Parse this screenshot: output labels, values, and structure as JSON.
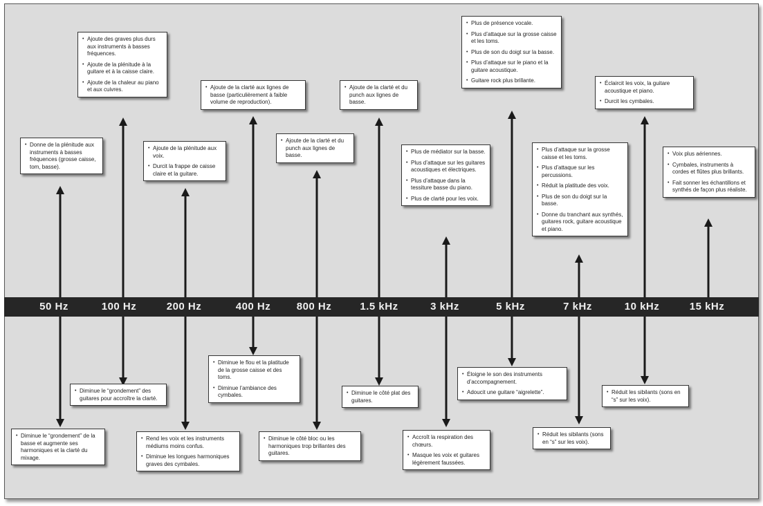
{
  "frequencies": [
    "50 Hz",
    "100 Hz",
    "200 Hz",
    "400 Hz",
    "800 Hz",
    "1.5 kHz",
    "3 kHz",
    "5 kHz",
    "7 kHz",
    "10 kHz",
    "15 kHz"
  ],
  "boost": [
    [
      "Donne de la plénitude aux instruments à basses fréquences (grosse caisse, tom, basse)."
    ],
    [
      "Ajoute des graves plus durs aux instruments à basses fréquences.",
      "Ajoute de la plénitude à la guitare et à la caisse claire.",
      "Ajoute de la chaleur au piano et aux cuivres."
    ],
    [
      "Ajoute de la plénitude aux voix.",
      "Durcit la frappe de caisse claire et la guitare."
    ],
    [
      "Ajoute de la clarté aux lignes de basse (particulièrement à faible volume de reproduction)."
    ],
    [
      "Ajoute de la clarté et du punch aux lignes de basse."
    ],
    [
      "Ajoute de la clarté et du punch aux lignes de basse."
    ],
    [
      "Plus de médiator sur la basse.",
      "Plus d’attaque sur les guitares acoustiques et électriques.",
      "Plus d’attaque dans la tessiture basse du piano.",
      "Plus de clarté pour les voix."
    ],
    [
      "Plus de présence vocale.",
      "Plus d’attaque sur la grosse caisse et les toms.",
      "Plus de son du doigt sur la basse.",
      "Plus d’attaque sur le piano et la guitare acoustique.",
      "Guitare rock plus brillante."
    ],
    [
      "Plus d’attaque sur la grosse caisse et les toms.",
      "Plus d’attaque sur les percussions.",
      "Réduit la platitude des voix.",
      "Plus de son du doigt sur la basse.",
      "Donne du tranchant aux synthés, guitares rock, guitare acoustique et piano."
    ],
    [
      "Éclaircit les voix, la guitare acoustique et piano.",
      "Durcit les cymbales."
    ],
    [
      "Voix plus aériennes.",
      "Cymbales, instruments à cordes et flûtes plus brillants.",
      "Fait sonner les échantillons et synthés de façon plus réaliste."
    ]
  ],
  "cut": [
    [
      "Diminue le “grondement” de la basse et augmente ses harmoniques et la clarté du mixage."
    ],
    [
      "Diminue le “grondement” des guitares pour accroître la clarté."
    ],
    [
      "Rend les voix et les instruments médiums moins confus.",
      "Diminue les longues harmoniques graves des cymbales."
    ],
    [
      "Diminue le flou et la platitude de la grosse caisse et des toms.",
      "Diminue l’ambiance des cymbales."
    ],
    [
      "Diminue le côté bloc ou les harmoniques trop brillantes des guitares."
    ],
    [
      "Diminue le côté plat des guitares."
    ],
    [
      "Accroît la respiration des chœurs.",
      "Masque les voix et guitares légèrement faussées."
    ],
    [
      "Éloigne le son des instruments d’accompagnement.",
      "Adoucit une guitare “aigrelette”."
    ],
    [
      "Réduit les sibilants (sons en “s” sur les voix)."
    ],
    [
      "Réduit les sibilants (sons en “s” sur les voix)."
    ]
  ]
}
